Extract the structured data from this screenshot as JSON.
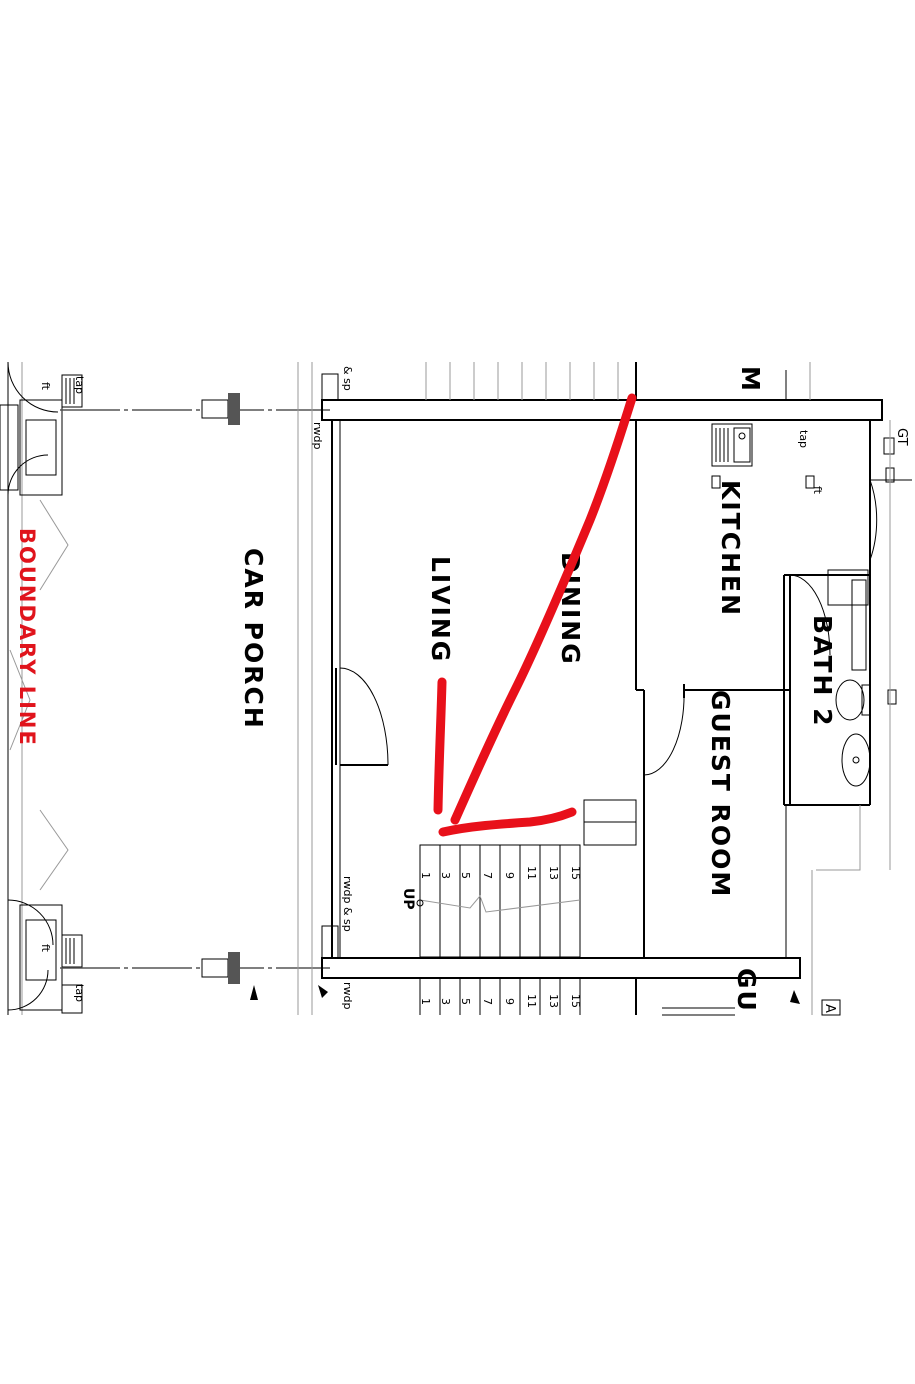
{
  "plan": {
    "boundary_label": "BOUNDARY LINE",
    "rooms": {
      "car_porch": "CAR PORCH",
      "living": "LIVING",
      "dining": "DINING",
      "kitchen": "KITCHEN",
      "bath_2": "BATH 2",
      "guest_room": "GUEST ROOM",
      "guest_room_partial": "GU",
      "top_partial": "M"
    },
    "fixtures": {
      "tap_1": "tap",
      "tap_2": "tap",
      "tap_3": "tap",
      "ft_1": "ft",
      "ft_2": "ft",
      "ft_3": "ft",
      "gt": "GT",
      "rwdp_1": "rwdp",
      "rwdp_sp_1": "& sp",
      "rwdp_sp_2": "rwdp & sp",
      "rwdp_2": "rwdp",
      "up": "UP",
      "marker_a": "A"
    },
    "stair_treads": [
      "1",
      "3",
      "5",
      "7",
      "9",
      "11",
      "13",
      "15"
    ],
    "stair_treads_lower": [
      "1",
      "3",
      "5",
      "7",
      "9",
      "11",
      "13",
      "15"
    ],
    "markup_color": "#e8101a"
  }
}
